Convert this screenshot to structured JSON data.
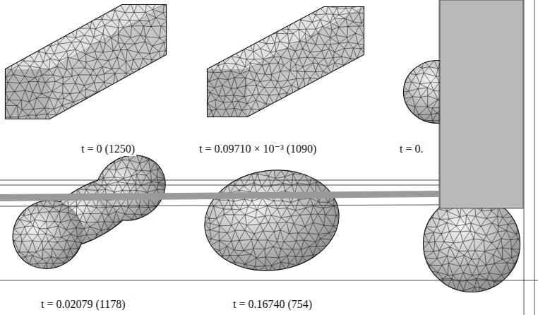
{
  "diagram": {
    "labels": [
      "t = 0  (1250)",
      "t = 0.09710 × 10⁻³  (1090)",
      "t = 0.",
      "t = 0.02079  (1178)",
      "t = 0.16740  (754)"
    ]
  }
}
